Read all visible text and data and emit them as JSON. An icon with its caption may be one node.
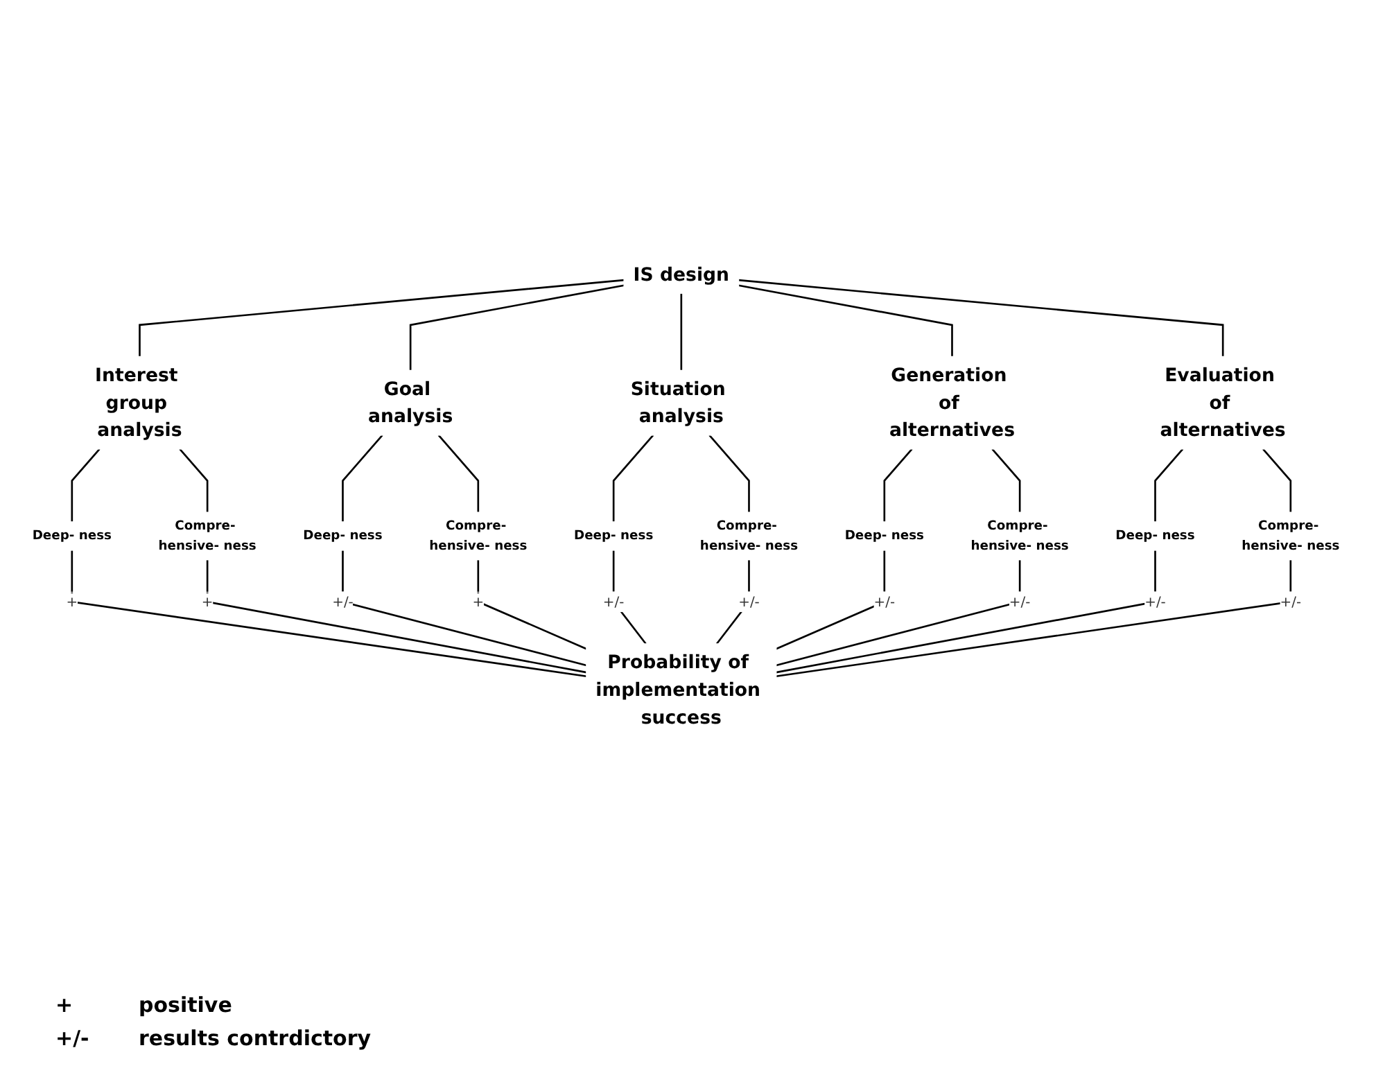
{
  "diagram": {
    "nodes": [
      {
        "text": [
          "IS design"
        ]
      },
      {
        "text": [
          "Interest group analysis"
        ]
      },
      {
        "text": [
          "Goal analysis"
        ]
      },
      {
        "text": [
          "Situation analysis"
        ]
      },
      {
        "text": [
          "Generation of alternatives"
        ]
      },
      {
        "text": [
          "Evaluation of alternatives"
        ]
      },
      {
        "text": [
          "Deep- ness"
        ]
      },
      {
        "text": [
          "Compre- hensive- ness"
        ]
      },
      {
        "text": [
          "Deep- ness"
        ]
      },
      {
        "text": [
          "Compre- hensive- ness"
        ]
      },
      {
        "text": [
          "Deep- ness"
        ]
      },
      {
        "text": [
          "Compre- hensive- ness"
        ]
      },
      {
        "text": [
          "Deep- ness"
        ]
      },
      {
        "text": [
          "Compre- hensive- ness"
        ]
      },
      {
        "text": [
          "Deep- ness"
        ]
      },
      {
        "text": [
          "Compre- hensive- ness"
        ]
      },
      {
        "text": [
          "Probability of implementation success"
        ]
      }
    ],
    "edges": [
      {
        "from": 0,
        "to": 1,
        "arrow": "none"
      },
      {
        "from": 0,
        "to": 2,
        "arrow": "none"
      },
      {
        "from": 0,
        "to": 3,
        "arrow": "none"
      },
      {
        "from": 0,
        "to": 4,
        "arrow": "none"
      },
      {
        "from": 0,
        "to": 5,
        "arrow": "none"
      },
      {
        "from": 1,
        "to": 6,
        "arrow": "none"
      },
      {
        "from": 1,
        "to": 7,
        "arrow": "none"
      },
      {
        "from": 2,
        "to": 8,
        "arrow": "none"
      },
      {
        "from": 2,
        "to": 9,
        "arrow": "none"
      },
      {
        "from": 3,
        "to": 10,
        "arrow": "none"
      },
      {
        "from": 3,
        "to": 11,
        "arrow": "none"
      },
      {
        "from": 4,
        "to": 12,
        "arrow": "none"
      },
      {
        "from": 4,
        "to": 13,
        "arrow": "none"
      },
      {
        "from": 5,
        "to": 14,
        "arrow": "none"
      },
      {
        "from": 5,
        "to": 15,
        "arrow": "none"
      },
      {
        "from": 6,
        "to": 16,
        "arrow": "none",
        "label": "+"
      },
      {
        "from": 7,
        "to": 16,
        "arrow": "none",
        "label": "+"
      },
      {
        "from": 8,
        "to": 16,
        "arrow": "none",
        "label": "+/-"
      },
      {
        "from": 9,
        "to": 16,
        "arrow": "none",
        "label": "+"
      },
      {
        "from": 10,
        "to": 16,
        "arrow": "none",
        "label": "+/-"
      },
      {
        "from": 11,
        "to": 16,
        "arrow": "none",
        "label": "+/-"
      },
      {
        "from": 12,
        "to": 16,
        "arrow": "none",
        "label": "+/-"
      },
      {
        "from": 13,
        "to": 16,
        "arrow": "none",
        "label": "+/-"
      },
      {
        "from": 14,
        "to": 16,
        "arrow": "none",
        "label": "+/-"
      },
      {
        "from": 15,
        "to": 16,
        "arrow": "none",
        "label": "+/-"
      }
    ],
    "labels": [
      "+",
      "positive",
      "+/-",
      "results contrdictory"
    ]
  }
}
